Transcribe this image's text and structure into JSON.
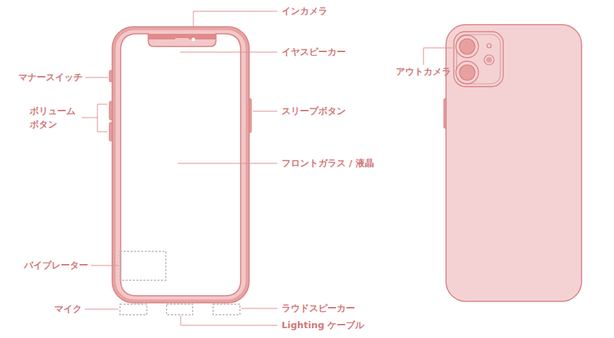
{
  "diagram": {
    "labels": [
      "インカメラ",
      "イヤスピーカー",
      "マナースイッチ",
      "ボリューム ボタン",
      "スリープボタン",
      "フロントガラス / 液晶",
      "アウトカメラ",
      "バイブレーター",
      "マイク",
      "ラウドスピーカー",
      "Lighting ケーブル"
    ]
  }
}
